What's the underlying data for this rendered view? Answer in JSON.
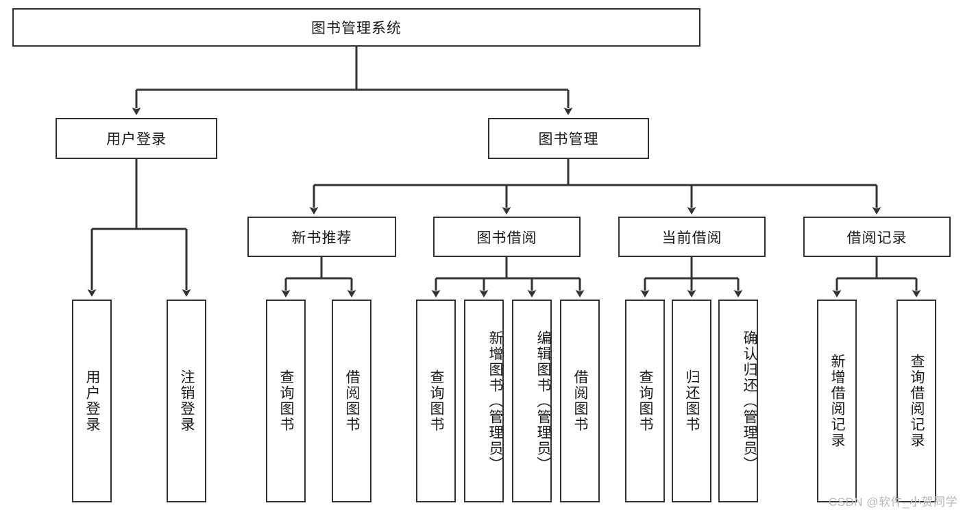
{
  "diagram": {
    "type": "tree",
    "title": "图书管理系统",
    "watermark": "CSDN @软件_小贺同学",
    "colors": {
      "box_border": "#333333",
      "box_fill": "#ffffff",
      "connector": "#333333",
      "text": "#1a1a1a",
      "watermark": "#b9b9b9"
    },
    "root": {
      "label": "图书管理系统"
    },
    "level2": [
      {
        "label": "用户登录"
      },
      {
        "label": "图书管理"
      }
    ],
    "level3": [
      {
        "label": "新书推荐"
      },
      {
        "label": "图书借阅"
      },
      {
        "label": "当前借阅"
      },
      {
        "label": "借阅记录"
      }
    ],
    "leaves": {
      "user_login": [
        {
          "label": "用户登录"
        },
        {
          "label": "注销登录"
        }
      ],
      "new_book_recommend": [
        {
          "label": "查询图书"
        },
        {
          "label": "借阅图书"
        }
      ],
      "book_borrow": [
        {
          "label": "查询图书"
        },
        {
          "label": "新增图书（管理员）"
        },
        {
          "label": "编辑图书（管理员）"
        },
        {
          "label": "借阅图书"
        }
      ],
      "current_borrow": [
        {
          "label": "查询图书"
        },
        {
          "label": "归还图书"
        },
        {
          "label": "确认归还（管理员）"
        }
      ],
      "borrow_record": [
        {
          "label": "新增借阅记录"
        },
        {
          "label": "查询借阅记录"
        }
      ]
    }
  }
}
